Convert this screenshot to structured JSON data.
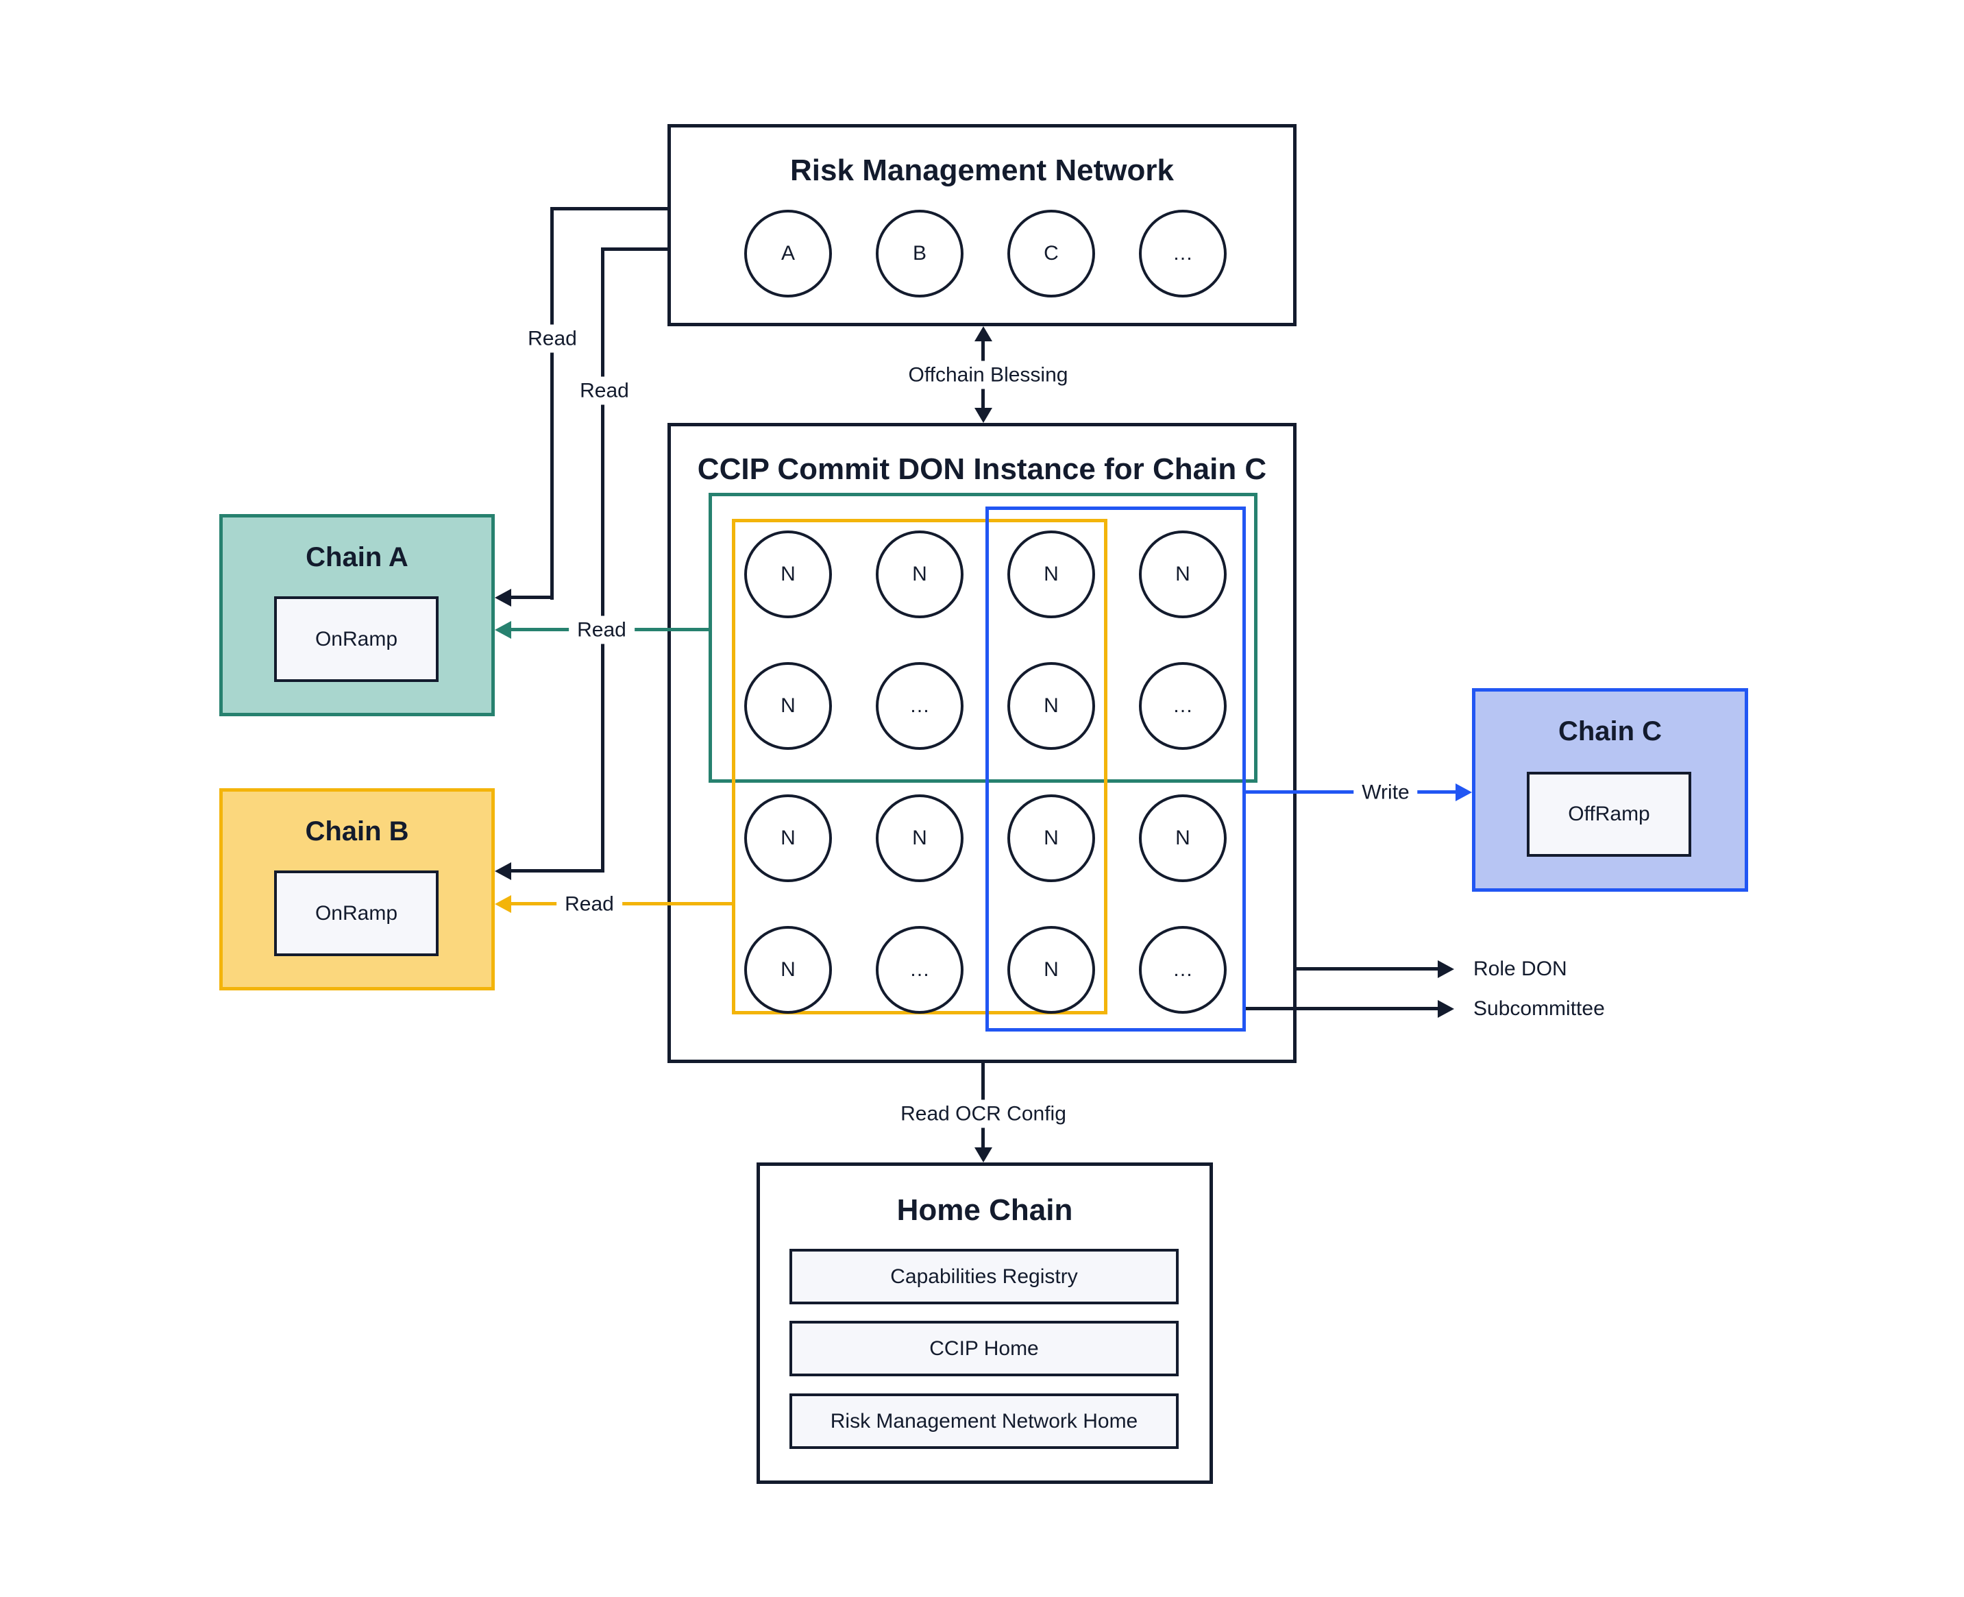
{
  "colors": {
    "ink": "#131b2d",
    "teal": "#27816f",
    "teal_fill": "#a9d6ce",
    "yellow": "#f3b40a",
    "yellow_fill": "#fbd77d",
    "blue": "#2156f3",
    "blue_fill": "#b7c5f3",
    "panel_fill": "#f6f7fb"
  },
  "rmn": {
    "title": "Risk Management Network",
    "nodes": [
      "A",
      "B",
      "C",
      "…"
    ]
  },
  "don": {
    "title": "CCIP Commit DON Instance for Chain C",
    "nodes": [
      "N",
      "N",
      "N",
      "N",
      "N",
      "…",
      "N",
      "…",
      "N",
      "N",
      "N",
      "N",
      "N",
      "…",
      "N",
      "…"
    ]
  },
  "chain_a": {
    "title": "Chain A",
    "inner": "OnRamp"
  },
  "chain_b": {
    "title": "Chain B",
    "inner": "OnRamp"
  },
  "chain_c": {
    "title": "Chain C",
    "inner": "OffRamp"
  },
  "home_chain": {
    "title": "Home Chain",
    "items": [
      "Capabilities Registry",
      "CCIP Home",
      "Risk Management Network Home"
    ]
  },
  "edges": {
    "offchain_blessing": "Offchain Blessing",
    "read_rmn_to_a": "Read",
    "read_rmn_to_b": "Read",
    "read_don_to_a": "Read",
    "read_don_to_b": "Read",
    "write": "Write",
    "role_don": "Role DON",
    "subcommittee": "Subcommittee",
    "read_ocr_config": "Read OCR Config"
  }
}
